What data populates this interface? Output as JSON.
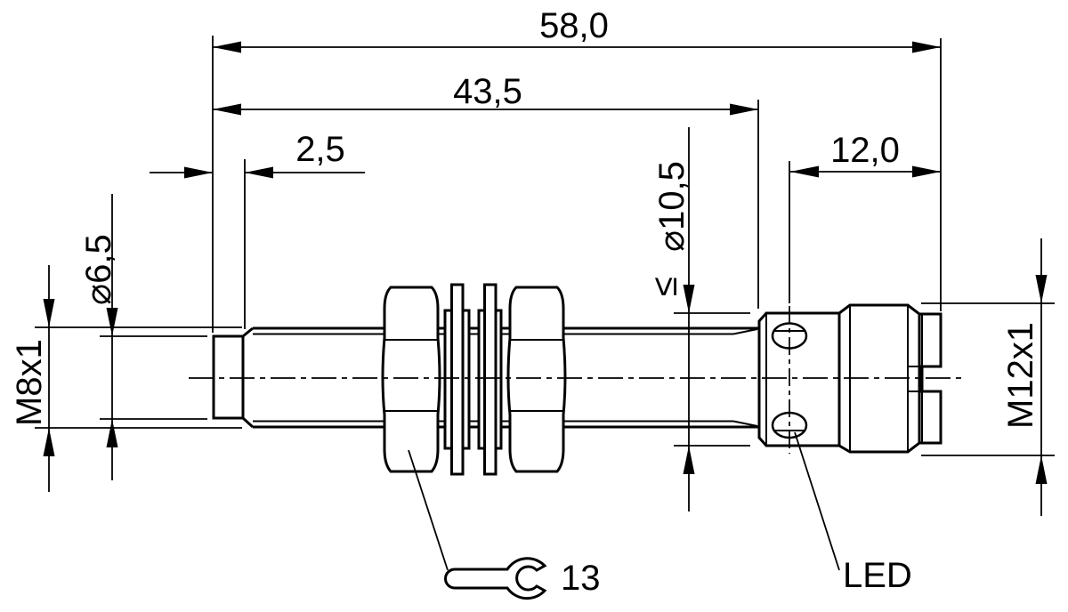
{
  "dimensions": {
    "overall_length": "58,0",
    "barrel_length": "43,5",
    "tip_length": "2,5",
    "connector_length": "12,0",
    "tip_diameter": "⌀6,5",
    "body_thread": "M8x1",
    "max_diameter_prefix": "≤",
    "housing_diameter": "⌀10,5",
    "connector_thread": "M12x1"
  },
  "labels": {
    "led": "LED",
    "wrench_size": "13"
  },
  "colors": {
    "line": "#000000",
    "background": "#ffffff"
  }
}
